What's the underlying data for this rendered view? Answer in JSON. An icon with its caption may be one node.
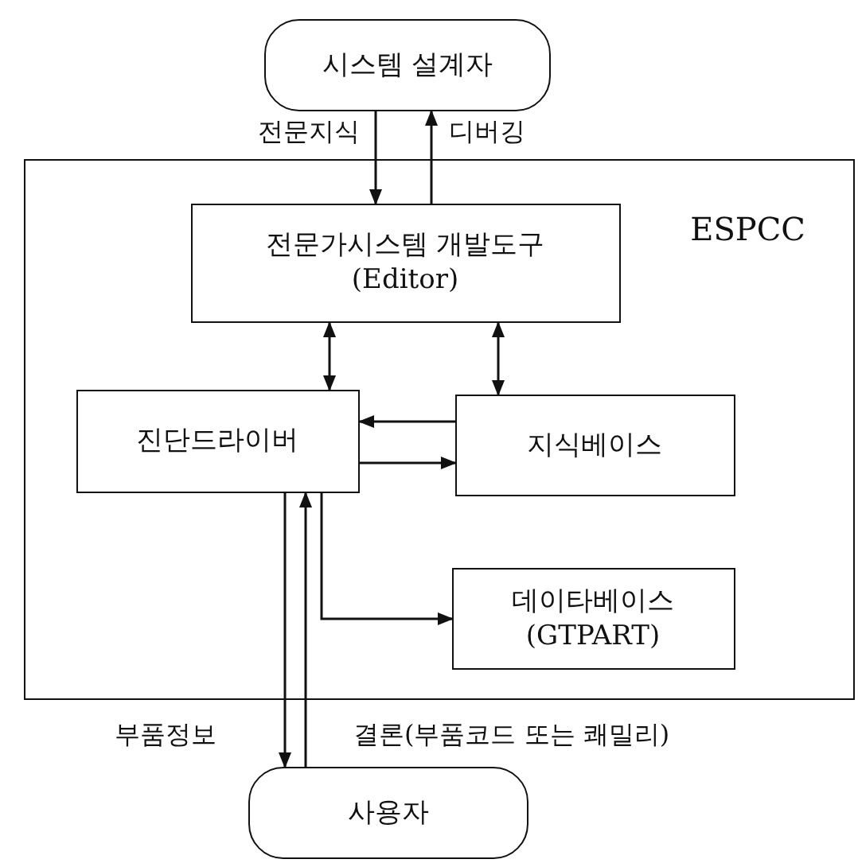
{
  "diagram": {
    "nodes": [
      {
        "text": [
          "시스템 설계자"
        ]
      },
      {
        "text": [
          "ESPCC"
        ]
      },
      {
        "text": [
          "전문가시스템 개발도구 (Editor)"
        ],
        "in": 1
      },
      {
        "text": [
          "진단드라이버"
        ],
        "in": 1
      },
      {
        "text": [
          "지식베이스"
        ],
        "in": 1
      },
      {
        "text": [
          "데이타베이스 (GTPART)"
        ],
        "in": 1
      },
      {
        "text": [
          "사용자"
        ]
      }
    ],
    "edges": [
      {
        "from": 0,
        "to": 2,
        "arrow": "to",
        "label": "전문지식"
      },
      {
        "from": 2,
        "to": 0,
        "arrow": "to",
        "label": "디버깅"
      },
      {
        "from": 2,
        "to": 3,
        "arrow": "both"
      },
      {
        "from": 2,
        "to": 4,
        "arrow": "both"
      },
      {
        "from": 4,
        "to": 3,
        "arrow": "to"
      },
      {
        "from": 3,
        "to": 4,
        "arrow": "to"
      },
      {
        "from": 3,
        "to": 5,
        "arrow": "to"
      },
      {
        "from": 3,
        "to": 6,
        "arrow": "to",
        "label": "부품정보"
      },
      {
        "from": 6,
        "to": 3,
        "arrow": "to",
        "label": "결론(부품코드 또는 쾌밀리)"
      }
    ]
  }
}
